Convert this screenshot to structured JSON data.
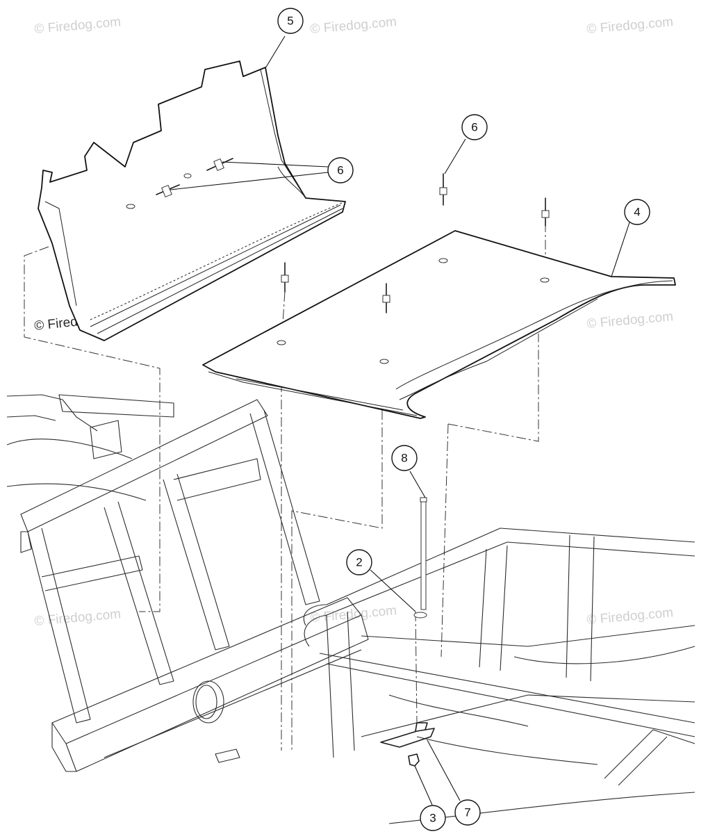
{
  "watermarks": {
    "text": "© Firedog.com",
    "prominent_text": "© Firedog.com"
  },
  "callouts": {
    "c5": "5",
    "c6_top": "6",
    "c6_left": "6",
    "c4": "4",
    "c8": "8",
    "c2": "2",
    "c3": "3",
    "c7": "7"
  },
  "colors": {
    "line": "#1a1a1a",
    "watermark": "#cfcfcf",
    "background": "#ffffff"
  }
}
